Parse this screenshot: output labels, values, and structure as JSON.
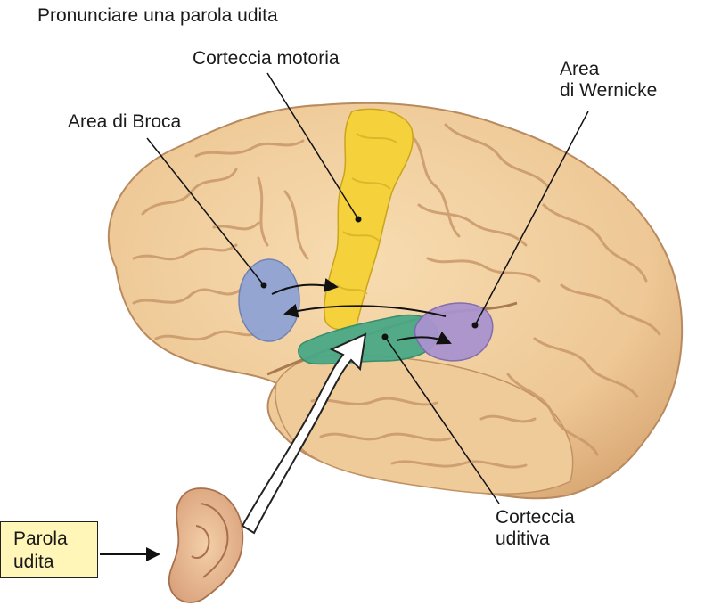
{
  "title": "Pronunciare una parola udita",
  "labels": {
    "motor_cortex": "Corteccia motoria",
    "broca": "Area di Broca",
    "wernicke_line1": "Area",
    "wernicke_line2": "di Wernicke",
    "auditory_line1": "Corteccia",
    "auditory_line2": "uditiva",
    "heard_word_line1": "Parola",
    "heard_word_line2": "udita"
  },
  "colors": {
    "brain": "#f2d3a0",
    "sulcus": "#c9986a",
    "motor_cortex": "#f5d23c",
    "broca": "#8fa3d4",
    "wernicke": "#a993cf",
    "auditory_cortex": "#4aa886",
    "label_box": "#fff6b8"
  }
}
